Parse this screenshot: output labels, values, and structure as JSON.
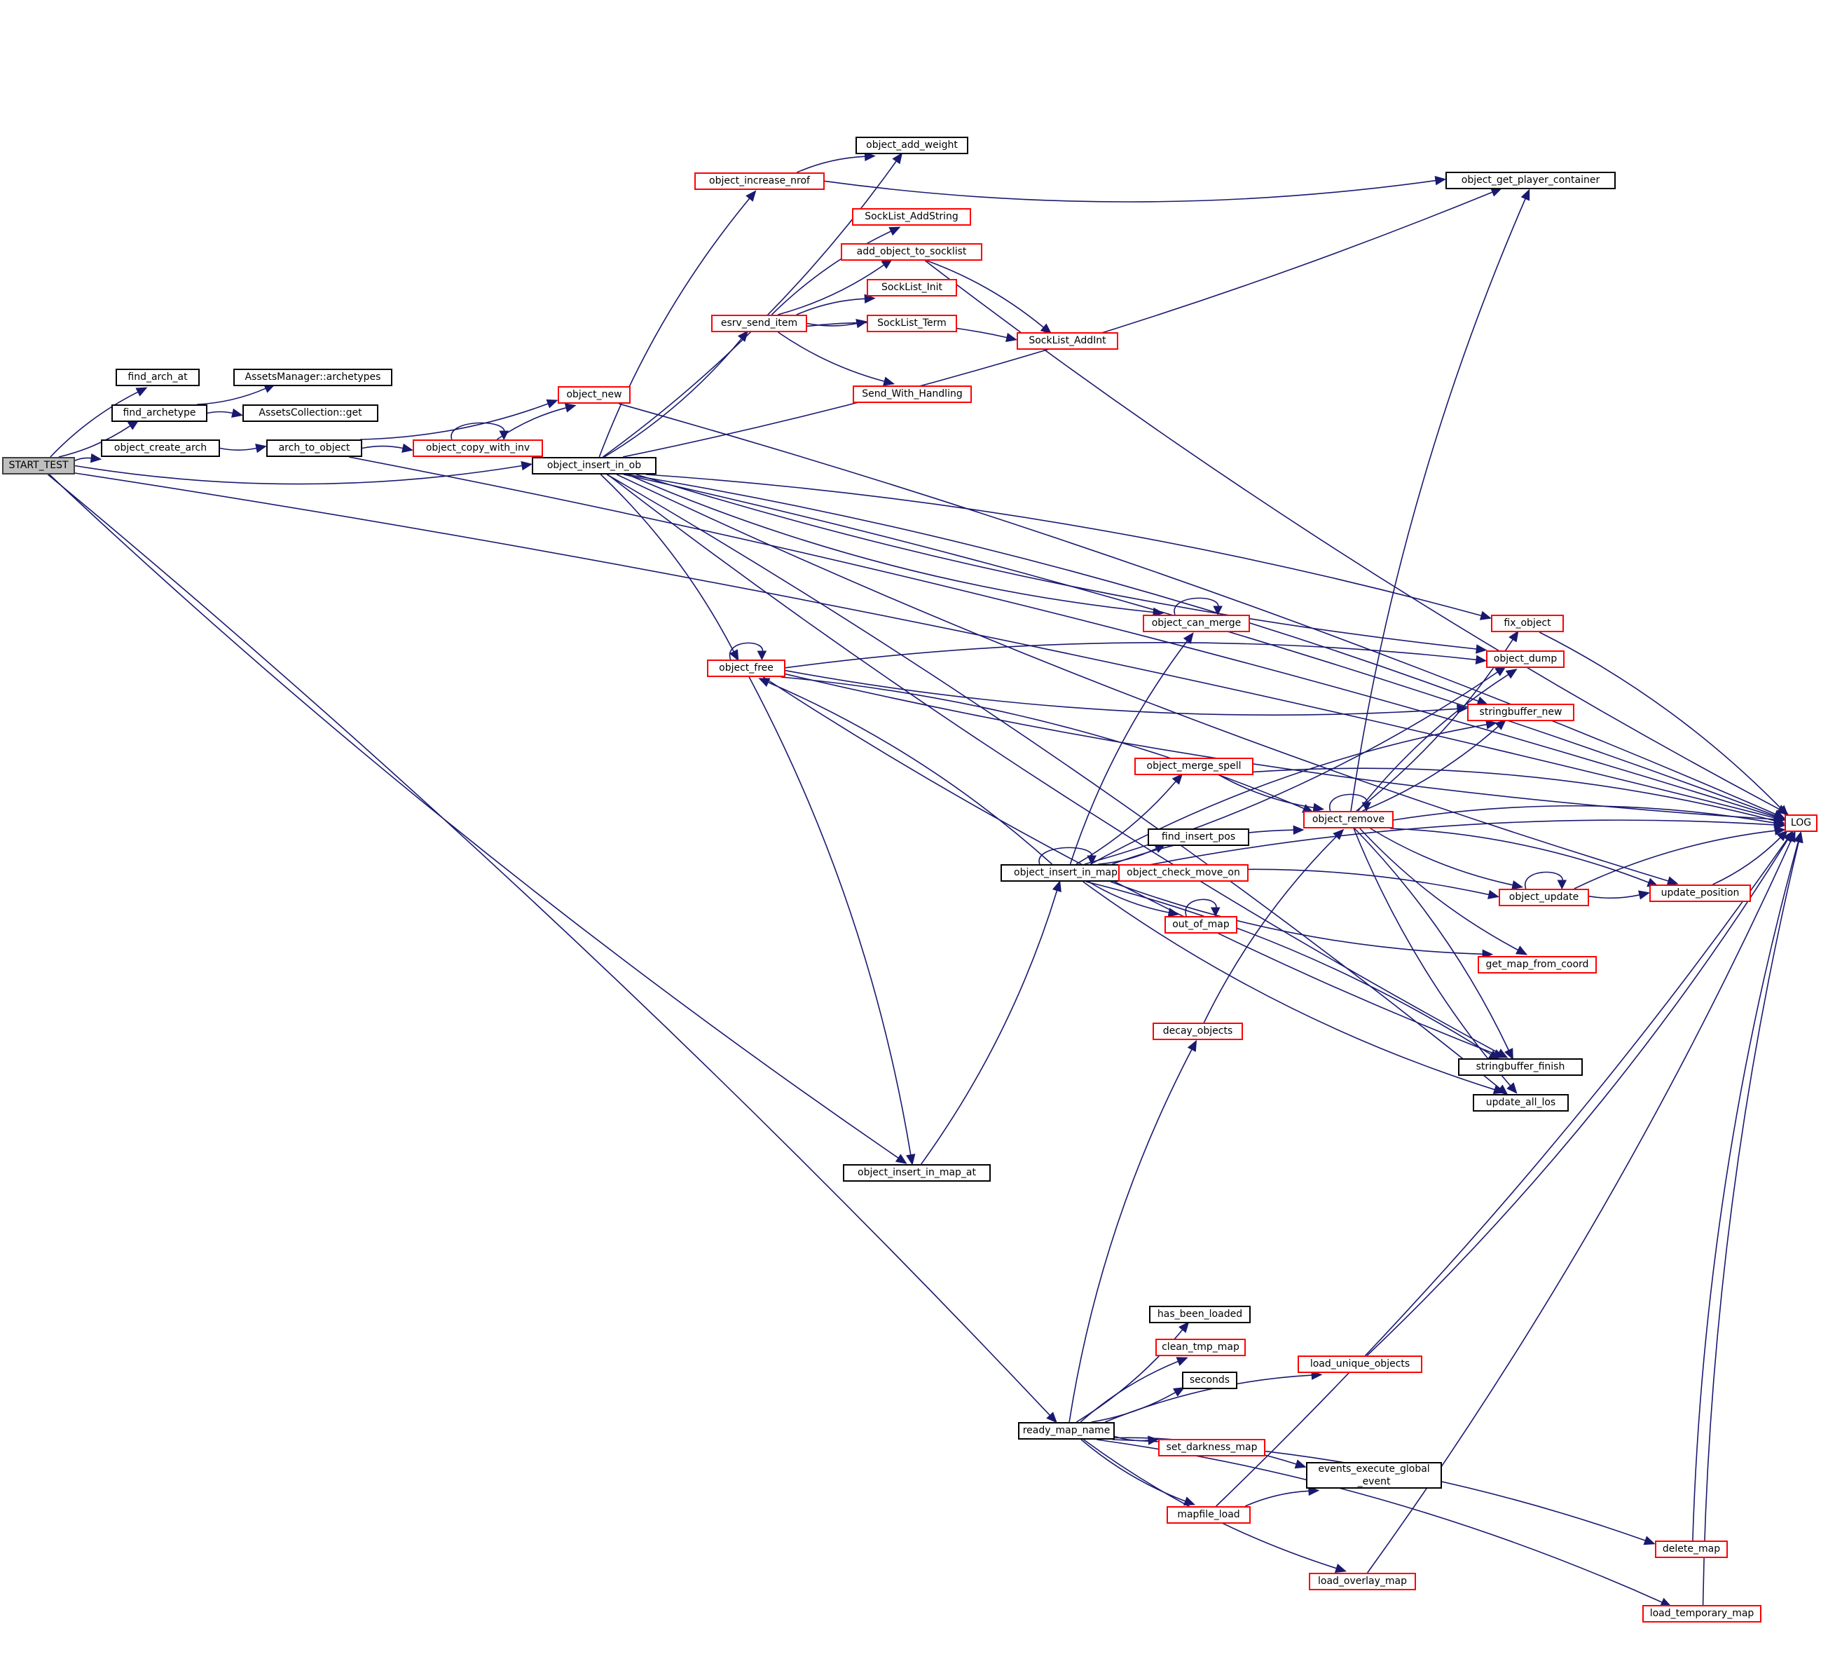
{
  "title": "START_TEST call graph",
  "colors": {
    "edge": "#191970",
    "node_border_documented": "#000000",
    "node_border_truncated": "#ff0000",
    "root_fill": "#bfbfbf"
  },
  "nodes": [
    {
      "id": "START_TEST",
      "label": "START_TEST",
      "style": "root"
    },
    {
      "id": "find_arch_at",
      "label": "find_arch_at",
      "style": "black"
    },
    {
      "id": "find_archetype",
      "label": "find_archetype",
      "style": "black"
    },
    {
      "id": "object_create_arch",
      "label": "object_create_arch",
      "style": "black"
    },
    {
      "id": "AssetsManager_archetypes",
      "label": "AssetsManager::archetypes",
      "style": "black"
    },
    {
      "id": "AssetsCollection_get",
      "label": "AssetsCollection::get",
      "style": "black"
    },
    {
      "id": "arch_to_object",
      "label": "arch_to_object",
      "style": "black"
    },
    {
      "id": "object_copy_with_inv",
      "label": "object_copy_with_inv",
      "style": "red"
    },
    {
      "id": "object_new",
      "label": "object_new",
      "style": "red"
    },
    {
      "id": "object_insert_in_ob",
      "label": "object_insert_in_ob",
      "style": "black"
    },
    {
      "id": "object_add_weight",
      "label": "object_add_weight",
      "style": "black"
    },
    {
      "id": "object_increase_nrof",
      "label": "object_increase_nrof",
      "style": "red"
    },
    {
      "id": "object_get_player_container",
      "label": "object_get_player_container",
      "style": "black"
    },
    {
      "id": "SockList_AddString",
      "label": "SockList_AddString",
      "style": "red"
    },
    {
      "id": "add_object_to_socklist",
      "label": "add_object_to_socklist",
      "style": "red"
    },
    {
      "id": "SockList_Init",
      "label": "SockList_Init",
      "style": "red"
    },
    {
      "id": "SockList_Term",
      "label": "SockList_Term",
      "style": "red"
    },
    {
      "id": "esrv_send_item",
      "label": "esrv_send_item",
      "style": "red"
    },
    {
      "id": "SockList_AddInt",
      "label": "SockList_AddInt",
      "style": "red"
    },
    {
      "id": "Send_With_Handling",
      "label": "Send_With_Handling",
      "style": "red"
    },
    {
      "id": "object_can_merge",
      "label": "object_can_merge",
      "style": "red"
    },
    {
      "id": "object_free",
      "label": "object_free",
      "style": "red"
    },
    {
      "id": "fix_object",
      "label": "fix_object",
      "style": "red"
    },
    {
      "id": "object_dump",
      "label": "object_dump",
      "style": "red"
    },
    {
      "id": "stringbuffer_new",
      "label": "stringbuffer_new",
      "style": "red"
    },
    {
      "id": "object_merge_spell",
      "label": "object_merge_spell",
      "style": "red"
    },
    {
      "id": "object_remove",
      "label": "object_remove",
      "style": "red"
    },
    {
      "id": "LOG",
      "label": "LOG",
      "style": "red"
    },
    {
      "id": "find_insert_pos",
      "label": "find_insert_pos",
      "style": "black"
    },
    {
      "id": "object_insert_in_map",
      "label": "object_insert_in_map",
      "style": "black"
    },
    {
      "id": "object_check_move_on",
      "label": "object_check_move_on",
      "style": "red"
    },
    {
      "id": "out_of_map",
      "label": "out_of_map",
      "style": "red"
    },
    {
      "id": "object_update",
      "label": "object_update",
      "style": "red"
    },
    {
      "id": "update_position",
      "label": "update_position",
      "style": "red"
    },
    {
      "id": "get_map_from_coord",
      "label": "get_map_from_coord",
      "style": "red"
    },
    {
      "id": "decay_objects",
      "label": "decay_objects",
      "style": "red"
    },
    {
      "id": "stringbuffer_finish",
      "label": "stringbuffer_finish",
      "style": "black"
    },
    {
      "id": "update_all_los",
      "label": "update_all_los",
      "style": "black"
    },
    {
      "id": "object_insert_in_map_at",
      "label": "object_insert_in_map_at",
      "style": "black"
    },
    {
      "id": "has_been_loaded",
      "label": "has_been_loaded",
      "style": "black"
    },
    {
      "id": "clean_tmp_map",
      "label": "clean_tmp_map",
      "style": "red"
    },
    {
      "id": "load_unique_objects",
      "label": "load_unique_objects",
      "style": "red"
    },
    {
      "id": "seconds",
      "label": "seconds",
      "style": "black"
    },
    {
      "id": "ready_map_name",
      "label": "ready_map_name",
      "style": "black"
    },
    {
      "id": "set_darkness_map",
      "label": "set_darkness_map",
      "style": "red"
    },
    {
      "id": "events_execute_global_event",
      "label": "events_execute_global\n_event",
      "style": "black"
    },
    {
      "id": "mapfile_load",
      "label": "mapfile_load",
      "style": "red"
    },
    {
      "id": "delete_map",
      "label": "delete_map",
      "style": "red"
    },
    {
      "id": "load_overlay_map",
      "label": "load_overlay_map",
      "style": "red"
    },
    {
      "id": "load_temporary_map",
      "label": "load_temporary_map",
      "style": "red"
    }
  ],
  "edges": [
    [
      "START_TEST",
      "find_arch_at"
    ],
    [
      "START_TEST",
      "find_archetype"
    ],
    [
      "START_TEST",
      "object_create_arch"
    ],
    [
      "START_TEST",
      "object_insert_in_ob"
    ],
    [
      "START_TEST",
      "LOG"
    ],
    [
      "START_TEST",
      "object_insert_in_map_at"
    ],
    [
      "START_TEST",
      "ready_map_name"
    ],
    [
      "find_archetype",
      "AssetsManager_archetypes"
    ],
    [
      "find_archetype",
      "AssetsCollection_get"
    ],
    [
      "object_create_arch",
      "arch_to_object"
    ],
    [
      "arch_to_object",
      "object_copy_with_inv"
    ],
    [
      "arch_to_object",
      "object_new"
    ],
    [
      "arch_to_object",
      "LOG"
    ],
    [
      "object_copy_with_inv",
      "object_copy_with_inv"
    ],
    [
      "object_copy_with_inv",
      "object_new"
    ],
    [
      "object_copy_with_inv",
      "object_insert_in_ob"
    ],
    [
      "object_new",
      "LOG"
    ],
    [
      "object_insert_in_ob",
      "object_add_weight"
    ],
    [
      "object_insert_in_ob",
      "object_increase_nrof"
    ],
    [
      "object_insert_in_ob",
      "object_get_player_container"
    ],
    [
      "object_insert_in_ob",
      "LOG"
    ],
    [
      "object_insert_in_ob",
      "esrv_send_item"
    ],
    [
      "object_insert_in_ob",
      "fix_object"
    ],
    [
      "object_insert_in_ob",
      "object_dump"
    ],
    [
      "object_insert_in_ob",
      "stringbuffer_new"
    ],
    [
      "object_insert_in_ob",
      "object_can_merge"
    ],
    [
      "object_insert_in_ob",
      "object_free"
    ],
    [
      "object_insert_in_ob",
      "stringbuffer_finish"
    ],
    [
      "object_insert_in_ob",
      "update_all_los"
    ],
    [
      "object_insert_in_ob",
      "update_position"
    ],
    [
      "object_increase_nrof",
      "object_add_weight"
    ],
    [
      "object_increase_nrof",
      "object_get_player_container"
    ],
    [
      "esrv_send_item",
      "SockList_AddString"
    ],
    [
      "esrv_send_item",
      "add_object_to_socklist"
    ],
    [
      "esrv_send_item",
      "SockList_Init"
    ],
    [
      "esrv_send_item",
      "SockList_Term"
    ],
    [
      "esrv_send_item",
      "SockList_AddInt"
    ],
    [
      "esrv_send_item",
      "Send_With_Handling"
    ],
    [
      "add_object_to_socklist",
      "SockList_AddInt"
    ],
    [
      "add_object_to_socklist",
      "LOG"
    ],
    [
      "object_free",
      "object_free"
    ],
    [
      "object_free",
      "LOG"
    ],
    [
      "object_free",
      "object_dump"
    ],
    [
      "object_free",
      "stringbuffer_new"
    ],
    [
      "object_free",
      "object_remove"
    ],
    [
      "object_free",
      "stringbuffer_finish"
    ],
    [
      "object_free",
      "object_insert_in_map_at"
    ],
    [
      "object_can_merge",
      "object_can_merge"
    ],
    [
      "fix_object",
      "LOG"
    ],
    [
      "object_merge_spell",
      "object_remove"
    ],
    [
      "object_merge_spell",
      "LOG"
    ],
    [
      "object_remove",
      "object_remove"
    ],
    [
      "object_remove",
      "object_get_player_container"
    ],
    [
      "object_remove",
      "fix_object"
    ],
    [
      "object_remove",
      "object_dump"
    ],
    [
      "object_remove",
      "stringbuffer_new"
    ],
    [
      "object_remove",
      "LOG"
    ],
    [
      "object_remove",
      "object_update"
    ],
    [
      "object_remove",
      "update_position"
    ],
    [
      "object_remove",
      "get_map_from_coord"
    ],
    [
      "object_remove",
      "stringbuffer_finish"
    ],
    [
      "object_remove",
      "update_all_los"
    ],
    [
      "object_insert_in_map",
      "object_insert_in_map"
    ],
    [
      "object_insert_in_map",
      "object_free"
    ],
    [
      "object_insert_in_map",
      "object_can_merge"
    ],
    [
      "object_insert_in_map",
      "object_dump"
    ],
    [
      "object_insert_in_map",
      "stringbuffer_new"
    ],
    [
      "object_insert_in_map",
      "object_merge_spell"
    ],
    [
      "object_insert_in_map",
      "object_remove"
    ],
    [
      "object_insert_in_map",
      "find_insert_pos"
    ],
    [
      "object_insert_in_map",
      "object_check_move_on"
    ],
    [
      "object_insert_in_map",
      "out_of_map"
    ],
    [
      "object_insert_in_map",
      "object_update"
    ],
    [
      "object_insert_in_map",
      "get_map_from_coord"
    ],
    [
      "object_insert_in_map",
      "stringbuffer_finish"
    ],
    [
      "object_insert_in_map",
      "update_all_los"
    ],
    [
      "object_insert_in_map",
      "LOG"
    ],
    [
      "out_of_map",
      "out_of_map"
    ],
    [
      "object_update",
      "object_update"
    ],
    [
      "object_update",
      "update_position"
    ],
    [
      "object_update",
      "LOG"
    ],
    [
      "update_position",
      "LOG"
    ],
    [
      "decay_objects",
      "object_remove"
    ],
    [
      "object_insert_in_map_at",
      "object_insert_in_map"
    ],
    [
      "ready_map_name",
      "decay_objects"
    ],
    [
      "ready_map_name",
      "has_been_loaded"
    ],
    [
      "ready_map_name",
      "clean_tmp_map"
    ],
    [
      "ready_map_name",
      "seconds"
    ],
    [
      "ready_map_name",
      "load_unique_objects"
    ],
    [
      "ready_map_name",
      "set_darkness_map"
    ],
    [
      "ready_map_name",
      "events_execute_global_event"
    ],
    [
      "ready_map_name",
      "mapfile_load"
    ],
    [
      "ready_map_name",
      "delete_map"
    ],
    [
      "ready_map_name",
      "load_overlay_map"
    ],
    [
      "ready_map_name",
      "load_temporary_map"
    ],
    [
      "load_unique_objects",
      "LOG"
    ],
    [
      "mapfile_load",
      "events_execute_global_event"
    ],
    [
      "mapfile_load",
      "LOG"
    ],
    [
      "delete_map",
      "LOG"
    ],
    [
      "load_overlay_map",
      "LOG"
    ],
    [
      "load_temporary_map",
      "LOG"
    ]
  ]
}
